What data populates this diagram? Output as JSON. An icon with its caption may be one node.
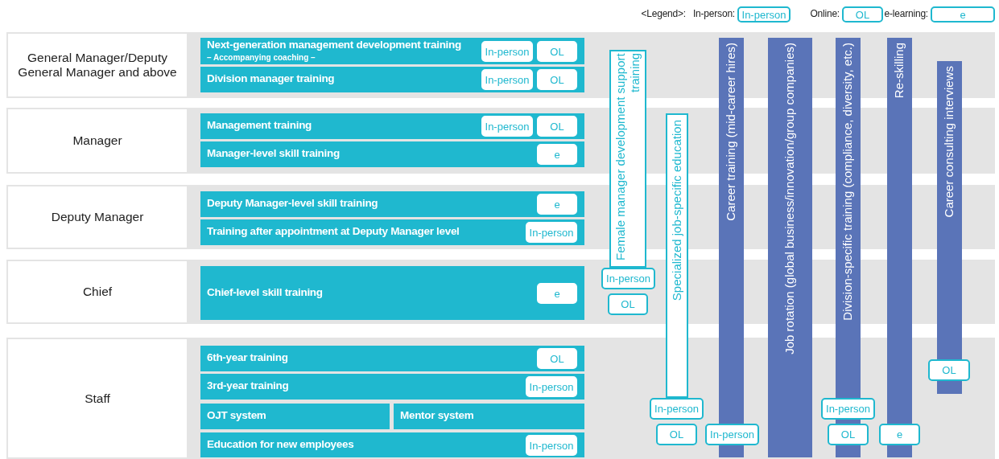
{
  "diagram": {
    "nodes": [
      {
        "text": [
          "In-person"
        ]
      },
      {
        "text": [
          "OL"
        ]
      },
      {
        "text": [
          "e"
        ]
      },
      {
        "text": [
          "General Manager/Deputy General Manager and above"
        ]
      },
      {
        "text": [
          "Next-generation management development training",
          "– Accompanying coaching –"
        ],
        "in": 3
      },
      {
        "text": [
          "In-person"
        ],
        "in": 4
      },
      {
        "text": [
          "OL"
        ],
        "in": 4
      },
      {
        "text": [
          "Division manager training"
        ],
        "in": 3
      },
      {
        "text": [
          "In-person"
        ],
        "in": 7
      },
      {
        "text": [
          "OL"
        ],
        "in": 7
      },
      {
        "text": [
          "Manager"
        ]
      },
      {
        "text": [
          "Management training"
        ],
        "in": 10
      },
      {
        "text": [
          "In-person"
        ],
        "in": 11
      },
      {
        "text": [
          "OL"
        ],
        "in": 11
      },
      {
        "text": [
          "Manager-level skill training"
        ],
        "in": 10
      },
      {
        "text": [
          "e"
        ],
        "in": 14
      },
      {
        "text": [
          "Deputy Manager"
        ]
      },
      {
        "text": [
          "Deputy Manager-level skill training"
        ],
        "in": 16
      },
      {
        "text": [
          "e"
        ],
        "in": 17
      },
      {
        "text": [
          "Training after appointment at Deputy Manager level"
        ],
        "in": 16
      },
      {
        "text": [
          "In-person"
        ],
        "in": 19
      },
      {
        "text": [
          "Chief"
        ]
      },
      {
        "text": [
          "Chief-level skill training"
        ],
        "in": 21
      },
      {
        "text": [
          "e"
        ],
        "in": 22
      },
      {
        "text": [
          "Staff"
        ]
      },
      {
        "text": [
          "6th-year training"
        ],
        "in": 24
      },
      {
        "text": [
          "OL"
        ],
        "in": 25
      },
      {
        "text": [
          "3rd-year training"
        ],
        "in": 24
      },
      {
        "text": [
          "In-person"
        ],
        "in": 27
      },
      {
        "text": [
          "OJT system"
        ],
        "in": 24
      },
      {
        "text": [
          "Mentor system"
        ],
        "in": 24
      },
      {
        "text": [
          "Education for new employees"
        ],
        "in": 24
      },
      {
        "text": [
          "In-person"
        ],
        "in": 31
      },
      {
        "text": [
          "Female manager development support training"
        ]
      },
      {
        "text": [
          "In-person"
        ],
        "in": 21
      },
      {
        "text": [
          "OL"
        ],
        "in": 21
      },
      {
        "text": [
          "Specialized job-specific education"
        ]
      },
      {
        "text": [
          "In-person"
        ],
        "in": 24
      },
      {
        "text": [
          "OL"
        ],
        "in": 24
      },
      {
        "text": [
          "Career training (mid-career hires)"
        ]
      },
      {
        "text": [
          "In-person"
        ],
        "in": 24
      },
      {
        "text": [
          "Job rotation (global business/innovation/group companies)"
        ]
      },
      {
        "text": [
          "Division-specific training (compliance, diversity, etc.)"
        ]
      },
      {
        "text": [
          "In-person"
        ],
        "in": 24
      },
      {
        "text": [
          "OL"
        ],
        "in": 24
      },
      {
        "text": [
          "Re-skilling"
        ]
      },
      {
        "text": [
          "e"
        ],
        "in": 24
      },
      {
        "text": [
          "Career consulting interviews"
        ]
      },
      {
        "text": [
          "OL"
        ],
        "in": 24
      }
    ],
    "edges": [],
    "labels": [
      "<Legend>:"
    ],
    "legend": [
      {
        "text": "In-person:"
      },
      {
        "text": "Online:"
      },
      {
        "text": "e-learning:"
      }
    ]
  }
}
